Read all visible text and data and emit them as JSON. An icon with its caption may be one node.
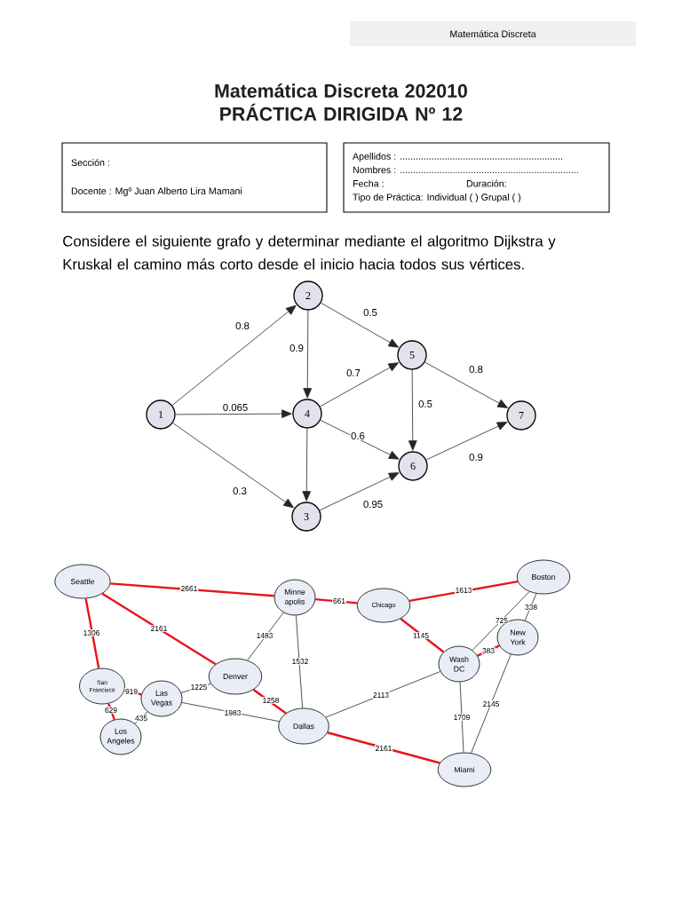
{
  "diagram": {
    "title": "Matemática Discreta 202010 PRÁCTICA DIRIGIDA Nº 12",
    "nodes": [
      {
        "text": [
          "Matemática Discreta"
        ]
      },
      {
        "text": [
          "Sección :",
          "Docente : Mgº Juan Alberto Lira Mamani"
        ]
      },
      {
        "text": [
          "Apellidos : ..............................................................",
          "Nombres : ....................................................................",
          "Fecha :",
          "Duración:",
          "Tipo de Práctica: Individual ( ) Grupal ( )"
        ]
      },
      {
        "text": [
          "1"
        ]
      },
      {
        "text": [
          "2"
        ]
      },
      {
        "text": [
          "3"
        ]
      },
      {
        "text": [
          "4"
        ]
      },
      {
        "text": [
          "5"
        ]
      },
      {
        "text": [
          "6"
        ]
      },
      {
        "text": [
          "7"
        ]
      },
      {
        "text": [
          "Seattle"
        ]
      },
      {
        "text": [
          "Minne apolis"
        ]
      },
      {
        "text": [
          "Chicago"
        ]
      },
      {
        "text": [
          "Boston"
        ]
      },
      {
        "text": [
          "San Francisco"
        ]
      },
      {
        "text": [
          "Denver"
        ]
      },
      {
        "text": [
          "New York"
        ]
      },
      {
        "text": [
          "Las Vegas"
        ]
      },
      {
        "text": [
          "Wash DC"
        ]
      },
      {
        "text": [
          "Los Angeles"
        ]
      },
      {
        "text": [
          "Dallas"
        ]
      },
      {
        "text": [
          "Miami"
        ]
      }
    ],
    "edges": [
      {
        "from": 3,
        "to": 4,
        "arrow": "to",
        "label": "0.8"
      },
      {
        "from": 3,
        "to": 6,
        "arrow": "to",
        "label": "0.065"
      },
      {
        "from": 3,
        "to": 5,
        "arrow": "to",
        "label": "0.3"
      },
      {
        "from": 4,
        "to": 6,
        "arrow": "to",
        "label": "0.9"
      },
      {
        "from": 4,
        "to": 7,
        "arrow": "to",
        "label": "0.5"
      },
      {
        "from": 6,
        "to": 7,
        "arrow": "to",
        "label": "0.7"
      },
      {
        "from": 6,
        "to": 8,
        "arrow": "to",
        "label": "0.6"
      },
      {
        "from": 6,
        "to": 5,
        "arrow": "to"
      },
      {
        "from": 7,
        "to": 8,
        "arrow": "to",
        "label": "0.5"
      },
      {
        "from": 7,
        "to": 9,
        "arrow": "to",
        "label": "0.8"
      },
      {
        "from": 8,
        "to": 9,
        "arrow": "to",
        "label": "0.9"
      },
      {
        "from": 5,
        "to": 8,
        "arrow": "to",
        "label": "0.95"
      },
      {
        "from": 10,
        "to": 11,
        "arrow": "none",
        "label": "2661",
        "style": "thick",
        "color": "#e8141b"
      },
      {
        "from": 10,
        "to": 14,
        "arrow": "none",
        "label": "1306",
        "style": "thick",
        "color": "#e8141b"
      },
      {
        "from": 10,
        "to": 15,
        "arrow": "none",
        "label": "2161",
        "style": "thick",
        "color": "#e8141b"
      },
      {
        "from": 14,
        "to": 17,
        "arrow": "none",
        "label": "919",
        "style": "thick",
        "color": "#e8141b"
      },
      {
        "from": 14,
        "to": 19,
        "arrow": "none",
        "label": "629",
        "style": "thick",
        "color": "#e8141b"
      },
      {
        "from": 19,
        "to": 17,
        "arrow": "none",
        "label": "435"
      },
      {
        "from": 17,
        "to": 15,
        "arrow": "none",
        "label": "1225"
      },
      {
        "from": 17,
        "to": 20,
        "arrow": "none",
        "label": "1983"
      },
      {
        "from": 15,
        "to": 11,
        "arrow": "none",
        "label": "1483"
      },
      {
        "from": 15,
        "to": 20,
        "arrow": "none",
        "label": "1258",
        "style": "thick",
        "color": "#e8141b"
      },
      {
        "from": 11,
        "to": 20,
        "arrow": "none",
        "label": "1532"
      },
      {
        "from": 11,
        "to": 12,
        "arrow": "none",
        "label": "661",
        "style": "thick",
        "color": "#e8141b"
      },
      {
        "from": 12,
        "to": 13,
        "arrow": "none",
        "label": "1613",
        "style": "thick",
        "color": "#e8141b"
      },
      {
        "from": 12,
        "to": 18,
        "arrow": "none",
        "label": "1145",
        "style": "thick",
        "color": "#e8141b"
      },
      {
        "from": 13,
        "to": 18,
        "arrow": "none",
        "label": "725"
      },
      {
        "from": 13,
        "to": 16,
        "arrow": "none",
        "label": "338"
      },
      {
        "from": 16,
        "to": 18,
        "arrow": "none",
        "label": "383",
        "style": "thick",
        "color": "#e8141b"
      },
      {
        "from": 20,
        "to": 18,
        "arrow": "none",
        "label": "2113"
      },
      {
        "from": 18,
        "to": 21,
        "arrow": "none",
        "label": "1709"
      },
      {
        "from": 16,
        "to": 21,
        "arrow": "none",
        "label": "2145"
      },
      {
        "from": 20,
        "to": 21,
        "arrow": "none",
        "label": "2161",
        "style": "thick",
        "color": "#e8141b"
      }
    ],
    "labels": [
      "Considere el siguiente grafo y determinar mediante el algoritmo Dijkstra y Kruskal el camino más corto desde el inicio hacia todos sus vértices."
    ]
  }
}
